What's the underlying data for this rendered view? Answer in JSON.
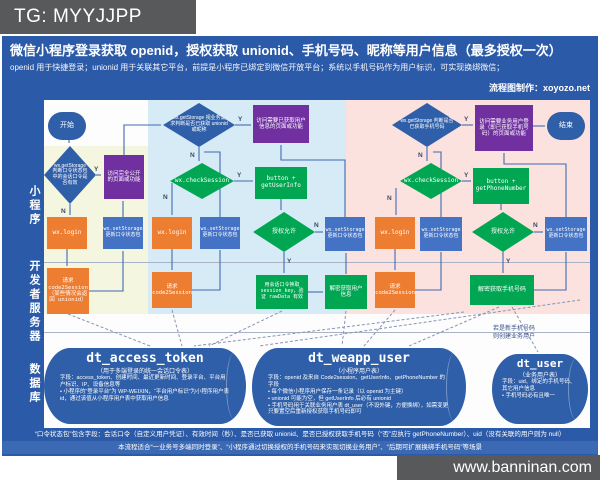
{
  "watermarks": {
    "tg": "TG: MYYJJPP",
    "site": "www.banninan.com"
  },
  "header": {
    "title": "微信小程序登录获取 openid，授权获取 unionid、手机号码、昵称等用户信息（最多授权一次）",
    "subtitle": "openid 用于快捷登录；unionid 用于关联其它平台，前提是小程序已绑定到微信开放平台；系统以手机号码作为用户标识，可实现换绑微信；",
    "credit": "流程图制作：xoyozo.net"
  },
  "lanes": {
    "app": "小程序",
    "server": "开发者服务器",
    "db": "数据库"
  },
  "labels": {
    "yes": "Y",
    "no": "N"
  },
  "nodes": {
    "start": "开始",
    "end": "结束",
    "check_token": "wx.getStorage 判断口令状态包中的会话口令是否有效",
    "public_page": "访问完全公开的页面或功能",
    "login1": "wx.login",
    "set_storage1": "wx.setStorage 更新口令状态包",
    "code2session1": "请求 code2Session（某些情况会返回 unionid）",
    "check_unionid": "wx.getStorage 视业务需求判断是否已获取 unionid 或昵称",
    "userinfo_page": "访问需要已获取用户信息的页面或功能",
    "check_session1": "wx.checkSession",
    "btn_getuserinfo": "button + getUserInfo",
    "login2": "wx.login",
    "set_storage2": "wx.setStorage 更新口令状态包",
    "auth_allow1": "授权允许",
    "set_storage3": "wx.setStorage 更新口令状态包",
    "code2session2": "请求 code2Session",
    "exchange_session": "用会话口令换取 session_key，验证 rawData 有效",
    "decrypt_userinfo": "解密获取用户信息",
    "check_phone": "wx.getStorage 判断是否已获取手机号码",
    "business_page": "访问需要业务用户登录（即已获取手机号码）的页面或功能",
    "check_session2": "wx.checkSession",
    "btn_getphone": "button + getPhoneNumber",
    "login3": "wx.login",
    "set_storage4": "wx.setStorage 更新口令状态包",
    "auth_allow2": "授权允许",
    "set_storage5": "wx.setStorage 更新口令状态包",
    "code2session3": "请求 code2Session",
    "decrypt_phone": "解密获取手机号码"
  },
  "annotation": {
    "line1": "若是新手机号码",
    "line2": "则创建业务用户"
  },
  "db": {
    "access_token": {
      "title": "dt_access_token",
      "subtitle": "（用于多端登录的统一会话口令表）",
      "lines": [
        "字段：access_token、创建时间、最近更新时间、登录平台、平台用户标识、IP、设备信息等",
        "• 小程序的“登录平台”为 WP-WEIXIN，“平台用户标识”为小程序用户表 id，通过该值从小程序用户表中获取用户信息"
      ]
    },
    "weapp_user": {
      "title": "dt_weapp_user",
      "subtitle": "（小程序用户表）",
      "lines": [
        "字段：openid 及来自 Code2session、getUserInfo、getPhoneNumber 的字段",
        "• 每个微信小程序用户保存一条记录（以 openid 为主键）",
        "• unionid 可能为空，但 getUserInfo 后必有 unionid",
        "• 手机号码用于关联业务用户表 dt_user（不设外键，方便换绑），如需变更只要置空后重新授权获取手机号码即可"
      ]
    },
    "user": {
      "title": "dt_user",
      "subtitle": "（业务用户表）",
      "lines": [
        "字段：uid、绑定的手机号码、其它用户信息",
        "• 手机号码必有且唯一"
      ]
    }
  },
  "notes": {
    "line1": "“口令状态包”包含字段：会话口令（自定义用户凭证）、有效时间（秒）、是否已获取 unionid、是否已授权获取手机号码（“否”应执行 getPhoneNumber）、uid（没有关联的用户则为 null）",
    "line2": "本流程适合“一业务号多端同时登录”、“小程序通过切换授权的手机号码来实现切换业务用户”、“后期可扩展换绑手机号码”等场景"
  },
  "colors": {
    "frame_blue": "#2b5aa8",
    "shape_blue": "#2f5fa8",
    "storage_blue": "#4472c4",
    "purple": "#7030a0",
    "orange": "#ed7d31",
    "green": "#00a651",
    "band_cream": "#f4f6e0",
    "band_blue": "#d7ebf6",
    "band_pink": "#fbe2de",
    "watermark_gray": "#58595b"
  }
}
